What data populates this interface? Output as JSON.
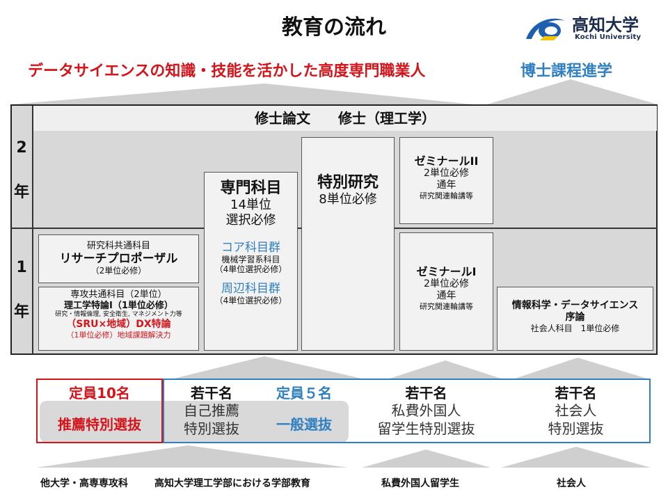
{
  "header": {
    "title": "教育の流れ",
    "university_jp": "高知大学",
    "university_en": "Kochi University"
  },
  "goals": {
    "main": "データサイエンスの知識・技能を活かした高度専門職業人",
    "doctoral": "博士課程進学"
  },
  "program": {
    "thesis": "修士論文　　修士（理工学）",
    "year2": [
      "2",
      "年"
    ],
    "year1": [
      "1",
      "年"
    ],
    "research_common": {
      "label": "研究科共通科目",
      "name": "リサーチプロポーザル",
      "credits": "（2単位必修）"
    },
    "major_common": {
      "label": "専攻共通科目（2単位）",
      "name": "理工学特論Ⅰ（1単位必修）",
      "topics": "研究・情報倫理, 安全衛生, マネジメント力等",
      "dx": "（SRU×地域）DX特論",
      "dx_note": "（1単位必修）地域課題解決力"
    },
    "specialized": {
      "name": "専門科目",
      "credits": "14単位",
      "type": "選択必修",
      "core_label": "コア科目群",
      "core_sub": "機械学習系科目",
      "core_note": "（4単位選択必修）",
      "peripheral_label": "周辺科目群",
      "peripheral_note": "（4単位選択必修）"
    },
    "special_research": {
      "name": "特別研究",
      "credits": "8単位必修"
    },
    "seminar2": {
      "name": "ゼミナールII",
      "credits": "2単位必修",
      "period": "通年",
      "note": "研究関連輪講等"
    },
    "seminar1": {
      "name": "ゼミナールI",
      "credits": "2単位必修",
      "period": "通年",
      "note": "研究関連輪講等"
    },
    "intro_ds": {
      "name": "情報科学・データサイエンス",
      "name2": "序論",
      "note": "社会人科目　1単位必修"
    }
  },
  "admission": {
    "quota_recommend": "定員10名",
    "recommend": "推薦特別選抜",
    "self_quota": "若干名",
    "self_name": [
      "自己推薦",
      "特別選抜"
    ],
    "general_quota": "定員５名",
    "general": "一般選抜",
    "intl_quota": "若干名",
    "intl_name": [
      "私費外国人",
      "留学生特別選抜"
    ],
    "adult_quota": "若干名",
    "adult_name": [
      "社会人",
      "特別選抜"
    ]
  },
  "sources": {
    "other_univ": "他大学・高専専攻科",
    "kochi": "高知大学理工学部における学部教育",
    "intl": "私費外国人留学生",
    "adult": "社会人"
  },
  "colors": {
    "accent_red": "#d4141a",
    "accent_blue": "#2f7fc1",
    "frame": "#222222",
    "panel": "#d8d8d8",
    "box": "#f2f2f2"
  }
}
